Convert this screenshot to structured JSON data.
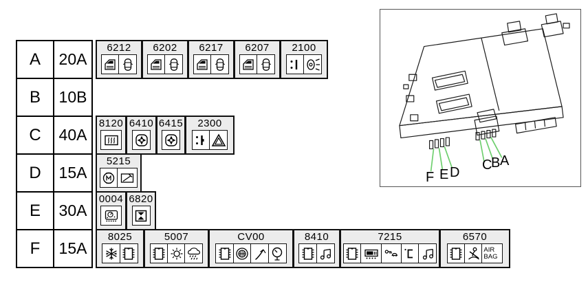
{
  "colors": {
    "cell_bg": "#ececec",
    "leader_green": "#6ecf6e",
    "border": "#000000"
  },
  "fuse_table": {
    "rows": [
      {
        "letter": "A",
        "amperage": "20A",
        "fuses": [
          {
            "code": "6212",
            "icons": [
              "car-door-icon",
              "car-top-icon"
            ]
          },
          {
            "code": "6202",
            "icons": [
              "car-door-icon",
              "car-top-icon"
            ]
          },
          {
            "code": "6217",
            "icons": [
              "car-door-icon",
              "car-top-icon"
            ]
          },
          {
            "code": "6207",
            "icons": [
              "car-door-icon",
              "car-top-icon"
            ]
          },
          {
            "code": "2100",
            "icons": [
              "door-pillar-lamp-icon",
              "headlight-icon"
            ]
          }
        ]
      },
      {
        "letter": "B",
        "amperage": "10B",
        "fuses": []
      },
      {
        "letter": "C",
        "amperage": "40A",
        "fuses": [
          {
            "code": "8120",
            "icons": [
              "heated-rear-window-icon"
            ]
          },
          {
            "code": "6410",
            "icons": [
              "blower-fan-icon"
            ]
          },
          {
            "code": "6415",
            "icons": [
              "blower-fan-icon"
            ]
          },
          {
            "code": "2300",
            "icons": [
              "door-pillar-switch-icon",
              "hazard-triangle-icon"
            ]
          }
        ]
      },
      {
        "letter": "D",
        "amperage": "15A",
        "fuses": [
          {
            "code": "5215",
            "icons": [
              "motor-icon",
              "wiper-icon"
            ]
          }
        ]
      },
      {
        "letter": "E",
        "amperage": "30A",
        "fuses": [
          {
            "code": "0004",
            "icons": [
              "instrument-cluster-icon"
            ]
          },
          {
            "code": "6820",
            "icons": [
              "sunroof-icon"
            ]
          }
        ]
      },
      {
        "letter": "F",
        "amperage": "15A",
        "fuses": [
          {
            "code": "8025",
            "icons": [
              "snowflake-icon",
              "ecu-chip-icon"
            ]
          },
          {
            "code": "5007",
            "icons": [
              "ecu-chip-icon",
              "sun-icon",
              "rain-cloud-icon"
            ]
          },
          {
            "code": "CV00",
            "icons": [
              "ecu-chip-icon",
              "speaker-icon",
              "antenna-icon",
              "gauge-icon"
            ]
          },
          {
            "code": "8410",
            "icons": [
              "ecu-chip-icon",
              "music-notes-icon"
            ]
          },
          {
            "code": "7215",
            "icons": [
              "ecu-chip-icon",
              "clock-display-icon",
              "remote-key-car-icon",
              "door-ajar-icon",
              "music-notes-icon"
            ]
          },
          {
            "code": "6570",
            "icons": [
              "ecu-chip-icon",
              "seatbelt-icon",
              "airbag-label"
            ],
            "airbag_top": "AIR",
            "airbag_bottom": "BAG"
          }
        ]
      }
    ]
  },
  "diagram": {
    "description": "isometric line drawing of fuse/relay module with labelled fuse locations",
    "labels": [
      {
        "text": "F"
      },
      {
        "text": "E"
      },
      {
        "text": "D"
      },
      {
        "text": "C"
      },
      {
        "text": "B"
      },
      {
        "text": "A"
      }
    ]
  }
}
